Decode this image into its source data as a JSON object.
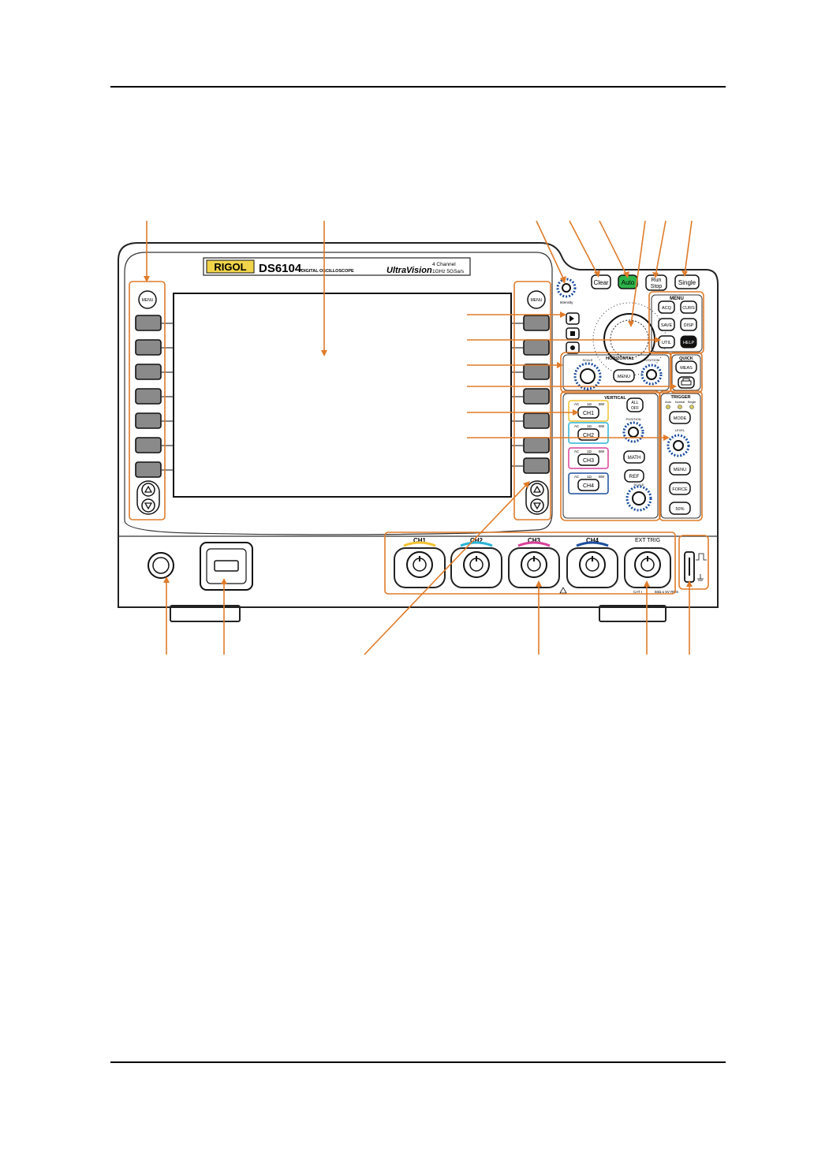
{
  "brand": {
    "logo": "RIGOL",
    "model": "DS6104",
    "subtitle": "DIGITAL OSCILLOSCOPE",
    "series_logo": "UltraVision",
    "spec_line1": "4 Channel",
    "spec_line2": "1GHz  5GSa/s"
  },
  "buttons": {
    "menu_left": "MENU",
    "menu_right": "MENU",
    "clear": "Clear",
    "auto": "Auto",
    "run_stop_1": "Run",
    "run_stop_2": "Stop",
    "single": "Single",
    "acq": "ACQ",
    "curs": "CURS",
    "save": "SAVE",
    "disp": "DISP",
    "util": "UTIL",
    "help": "HELP",
    "horiz_menu": "MENU",
    "meas": "MEAS",
    "all_off_1": "ALL",
    "all_off_2": "OFF",
    "math": "MATH",
    "ref": "REF",
    "ch1": "CH1",
    "ch2": "CH2",
    "ch3": "CH3",
    "ch4": "CH4",
    "mode": "MODE",
    "trig_menu": "MENU",
    "force": "FORCE",
    "fifty": "50%"
  },
  "sections": {
    "menu": "MENU",
    "quick": "QUICK",
    "horizontal": "HORIZONTAL",
    "vertical": "VERTICAL",
    "trigger": "TRIGGER",
    "scale": "SCALE",
    "position": "POSITION",
    "level": "LEVEL",
    "intensity": "Intensity"
  },
  "trigger_leds": [
    "Auto",
    "Normal",
    "Single"
  ],
  "coupling": [
    "AC",
    "1Ω",
    "BW"
  ],
  "inputs": {
    "ch1": "CH1",
    "ch2": "CH2",
    "ch3": "CH3",
    "ch4": "CH4",
    "ext_trig": "EXT TRIG",
    "cat": "CAT I",
    "ext_spec": "50Ω ≤ 5V RMS"
  },
  "colors": {
    "callout": "#e07b2a",
    "auto_green": "#2db34a",
    "ch1": "#f2c230",
    "ch2": "#2ab3d6",
    "ch3": "#d9409a",
    "ch4": "#1a4d9e"
  }
}
